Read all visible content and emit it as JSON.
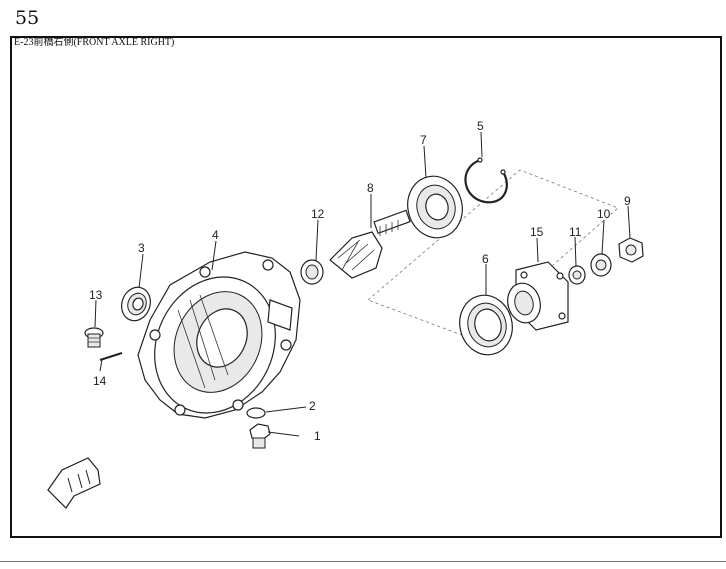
{
  "page_number": "55",
  "title": "E-23前橋右側(FRONT AXLE RIGHT)",
  "callouts": [
    "1",
    "2",
    "3",
    "4",
    "5",
    "6",
    "7",
    "8",
    "9",
    "10",
    "11",
    "12",
    "13",
    "14",
    "15"
  ]
}
